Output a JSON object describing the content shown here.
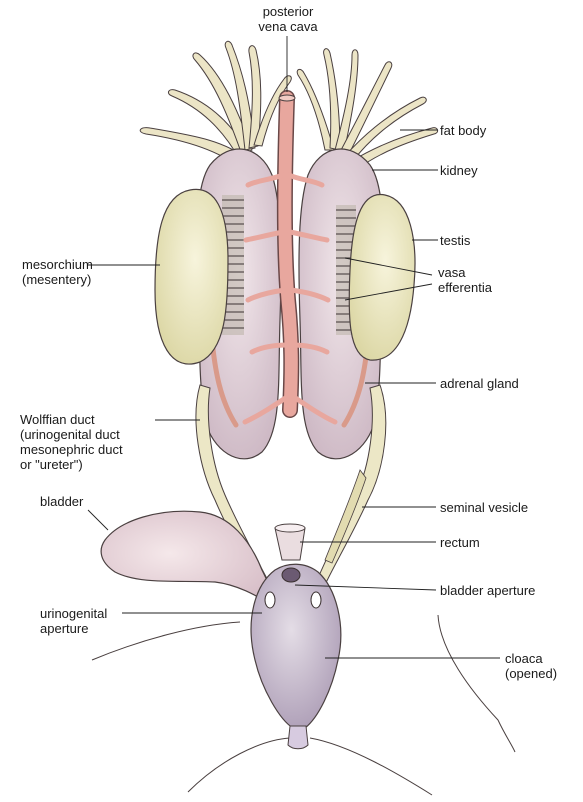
{
  "labels": {
    "posterior_vena_cava": [
      "posterior",
      "vena cava"
    ],
    "fat_body": "fat body",
    "kidney": "kidney",
    "testis": "testis",
    "vasa_efferentia": [
      "vasa",
      "efferentia"
    ],
    "mesorchium": [
      "mesorchium",
      "(mesentery)"
    ],
    "adrenal_gland": "adrenal gland",
    "wolffian_duct": [
      "Wolffian duct",
      "(urinogenital duct",
      "mesonephric duct",
      "or \"ureter\")"
    ],
    "bladder": "bladder",
    "seminal_vesicle": "seminal vesicle",
    "rectum": "rectum",
    "bladder_aperture": "bladder aperture",
    "urinogenital_aperture": [
      "urinogenital",
      "aperture"
    ],
    "cloaca": [
      "cloaca",
      "(opened)"
    ]
  },
  "colors": {
    "kidney": "#e6d6de",
    "testis": "#f0ecc8",
    "vein": "#e8a79e",
    "bladder": "#ecd7dc",
    "cloaca": "#cfc3d6",
    "duct": "#ece7c6",
    "outline": "#3a3030"
  }
}
